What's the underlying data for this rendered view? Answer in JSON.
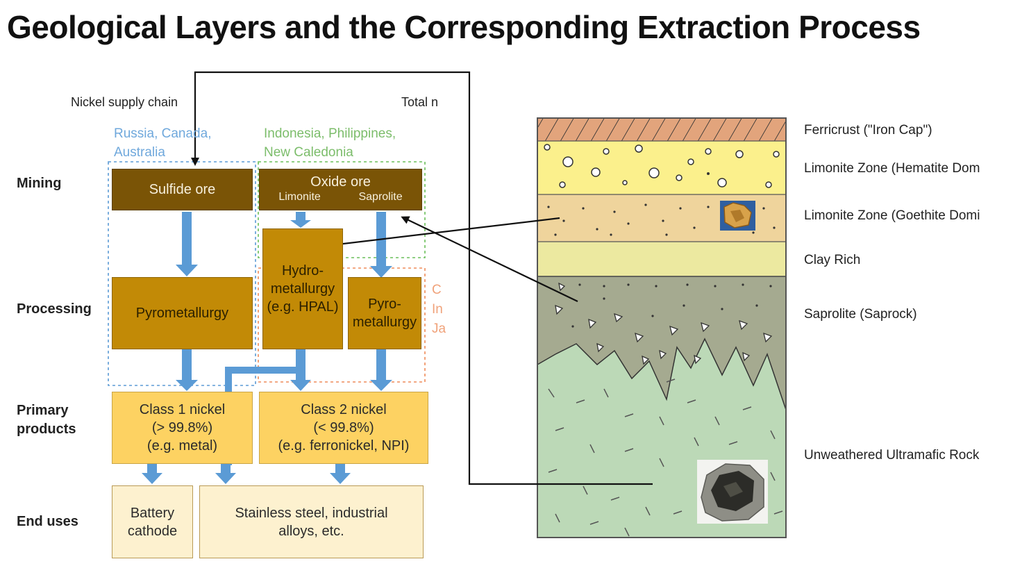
{
  "title": "Geological Layers and the Corresponding Extraction Process",
  "supply_chain": {
    "header_left": "Nickel supply chain",
    "header_right": "Total n",
    "regions": {
      "sulfide_line1": "Russia, Canada,",
      "sulfide_line2": "Australia",
      "oxide_line1": "Indonesia, Philippines,",
      "oxide_line2": "New Caledonia",
      "partial1": "C",
      "partial2": "In",
      "partial3": "Ja"
    },
    "rows": {
      "mining": "Mining",
      "processing": "Processing",
      "primary_line1": "Primary",
      "primary_line2": "products",
      "end_uses": "End uses"
    },
    "boxes": {
      "sulfide_ore": "Sulfide ore",
      "oxide_ore": "Oxide ore",
      "limonite": "Limonite",
      "saprolite": "Saprolite",
      "pyrometallurgy": "Pyrometallurgy",
      "hydro_line1": "Hydro-",
      "hydro_line2": "metallurgy",
      "hydro_line3": "(e.g. HPAL)",
      "pyro_line1": "Pyro-",
      "pyro_line2": "metallurgy",
      "class1_line1": "Class 1 nickel",
      "class1_line2": "(> 99.8%)",
      "class1_line3": "(e.g. metal)",
      "class2_line1": "Class 2 nickel",
      "class2_line2": "(< 99.8%)",
      "class2_line3": "(e.g. ferronickel, NPI)",
      "battery_line1": "Battery",
      "battery_line2": "cathode",
      "stainless_line1": "Stainless steel, industrial",
      "stainless_line2": "alloys, etc."
    }
  },
  "layers": [
    {
      "label": "Ferricrust (\"Iron Cap\")",
      "color": "#e2a47c"
    },
    {
      "label": "Limonite Zone (Hematite Dom",
      "color": "#fbf08c"
    },
    {
      "label": "Limonite Zone (Goethite Domi",
      "color": "#efd49c"
    },
    {
      "label": "Clay Rich",
      "color": "#ece9a0"
    },
    {
      "label": "Saprolite (Saprock)",
      "color": "#a5aa90"
    },
    {
      "label": "Unweathered Ultramafic Rock",
      "color": "#bcd9b7"
    }
  ],
  "colors": {
    "flow_arrow": "#5b9bd5",
    "sulfide_region": "#5b9bd5",
    "oxide_region": "#6abf5a",
    "pyro_region": "#ef8c5a"
  }
}
